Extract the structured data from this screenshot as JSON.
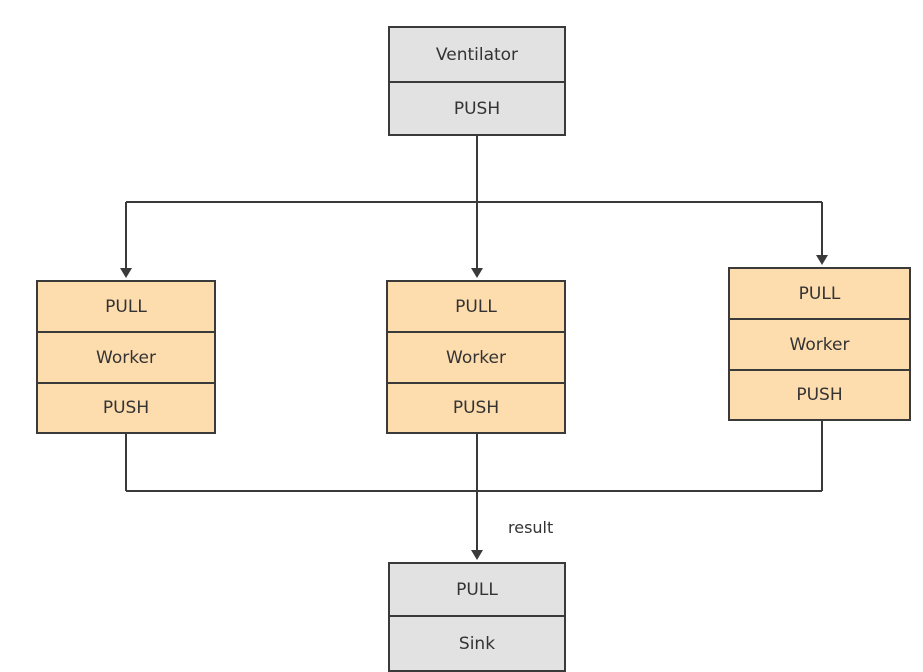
{
  "ventilator": {
    "title": "Ventilator",
    "socket": "PUSH",
    "color": "#e2e2e2"
  },
  "workers": [
    {
      "pull": "PULL",
      "name": "Worker",
      "push": "PUSH"
    },
    {
      "pull": "PULL",
      "name": "Worker",
      "push": "PUSH"
    },
    {
      "pull": "PULL",
      "name": "Worker",
      "push": "PUSH"
    }
  ],
  "worker_color": "#fddcae",
  "edge_label": "result",
  "sink": {
    "socket": "PULL",
    "title": "Sink",
    "color": "#e2e2e2"
  },
  "line_color": "#3a3a3a"
}
